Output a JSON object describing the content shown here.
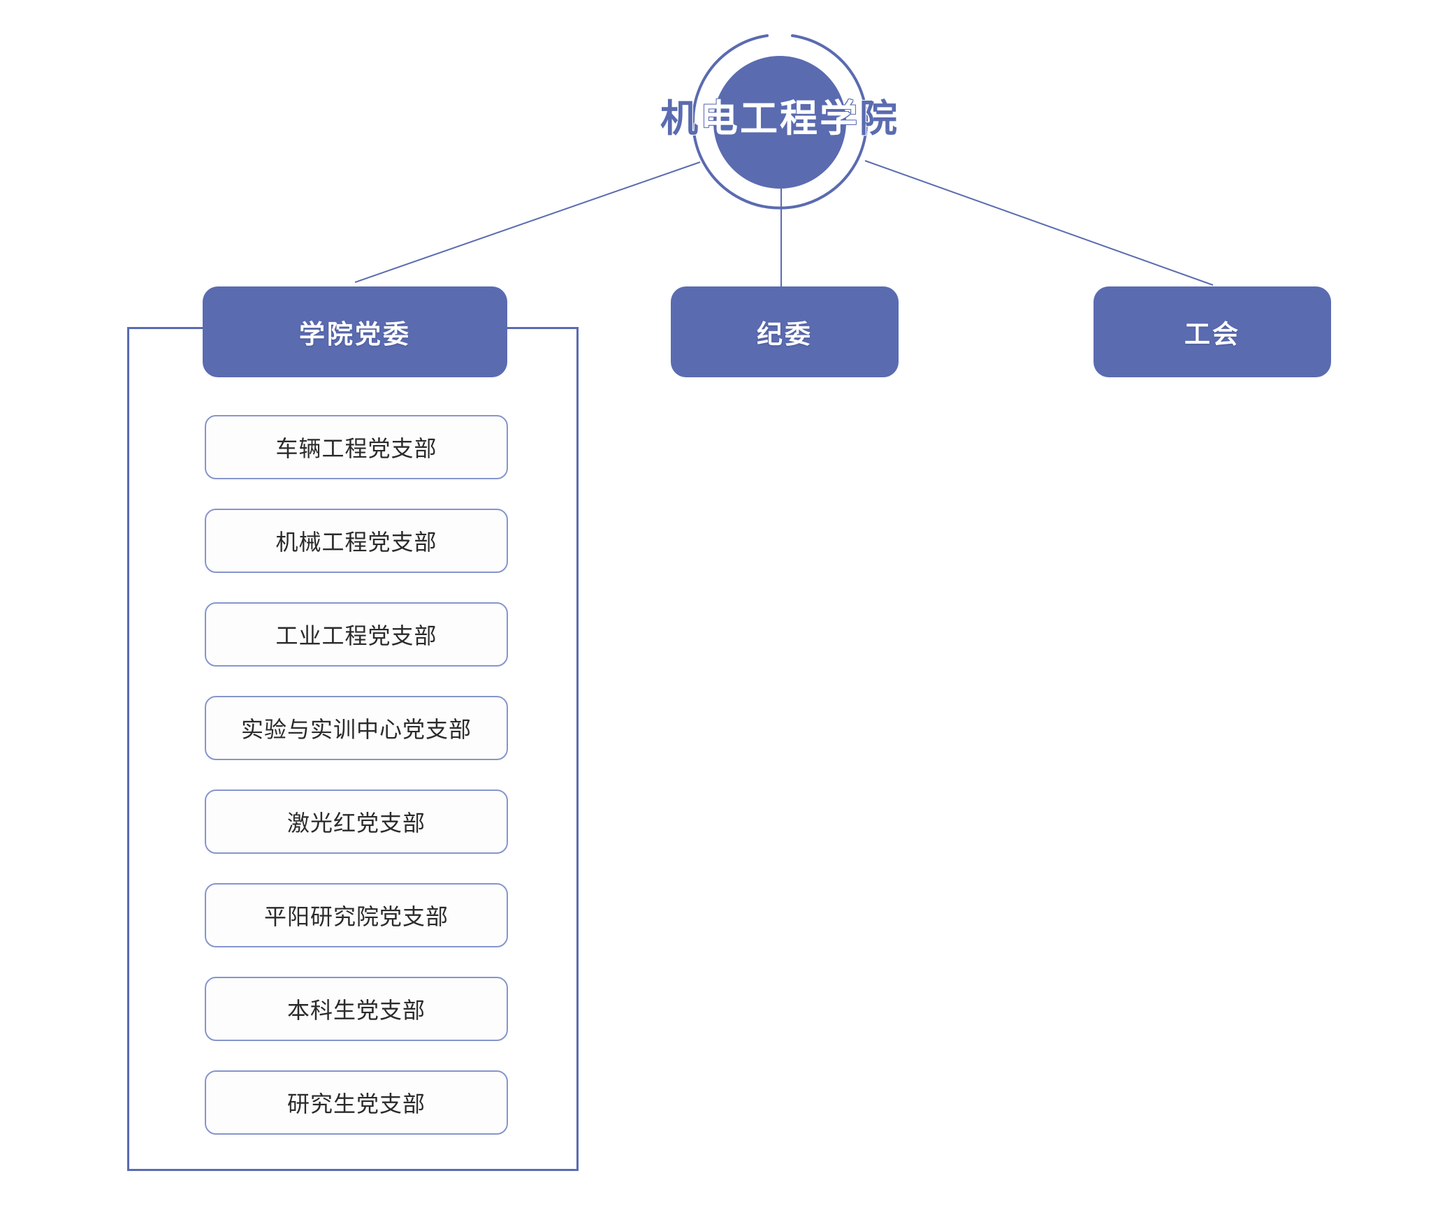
{
  "diagram": {
    "title": "机电工程学院",
    "colors": {
      "accent": "#5a6bb0",
      "secondary_border": "#8695cc",
      "node_text_light": "#ffffff",
      "node_text_dark": "#2b2b2b",
      "background": "#ffffff"
    },
    "root": {
      "label": "机电工程学院",
      "inside_text": "电工程学",
      "left_outside_text": "机",
      "right_outside_text": "院"
    },
    "level1": [
      {
        "label": "学院党委"
      },
      {
        "label": "纪委"
      },
      {
        "label": "工会"
      }
    ],
    "branches": [
      {
        "label": "车辆工程党支部"
      },
      {
        "label": "机械工程党支部"
      },
      {
        "label": "工业工程党支部"
      },
      {
        "label": "实验与实训中心党支部"
      },
      {
        "label": "激光红党支部"
      },
      {
        "label": "平阳研究院党支部"
      },
      {
        "label": "本科生党支部"
      },
      {
        "label": "研究生党支部"
      }
    ]
  }
}
